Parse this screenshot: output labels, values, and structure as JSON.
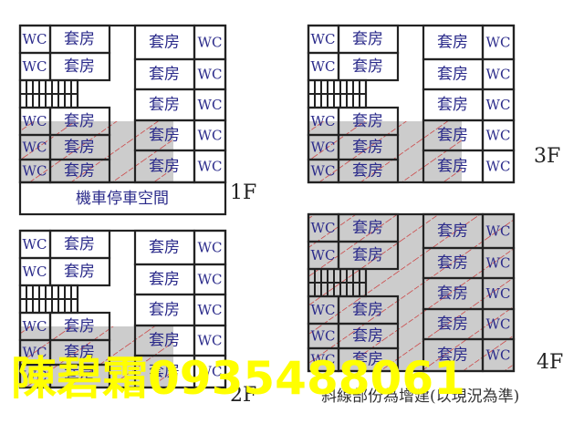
{
  "floors": [
    {
      "name": "1F",
      "left_rows": [
        [
          "WC",
          "套房"
        ],
        [
          "WC",
          "套房"
        ],
        [
          "WC",
          "套房"
        ],
        [
          "WC",
          "套房"
        ],
        [
          "WC",
          "套房"
        ]
      ],
      "right_rows": [
        [
          "套房",
          "WC"
        ],
        [
          "套房",
          "WC"
        ],
        [
          "套房",
          "WC"
        ],
        [
          "套房",
          "WC"
        ],
        [
          "套房",
          "WC"
        ]
      ],
      "parking": "機車停車空間",
      "hatched": "lower"
    },
    {
      "name": "3F",
      "left_rows": [
        [
          "WC",
          "套房"
        ],
        [
          "WC",
          "套房"
        ],
        [
          "WC",
          "套房"
        ],
        [
          "WC",
          "套房"
        ],
        [
          "WC",
          "套房"
        ]
      ],
      "right_rows": [
        [
          "套房",
          "WC"
        ],
        [
          "套房",
          "WC"
        ],
        [
          "套房",
          "WC"
        ],
        [
          "套房",
          "WC"
        ],
        [
          "套房",
          "WC"
        ]
      ],
      "hatched": "lower"
    },
    {
      "name": "2F",
      "left_rows": [
        [
          "WC",
          "套房"
        ],
        [
          "WC",
          "套房"
        ],
        [
          "WC",
          "套房"
        ],
        [
          "WC",
          "套房"
        ],
        [
          "WC",
          "套房"
        ]
      ],
      "right_rows": [
        [
          "套房",
          "WC"
        ],
        [
          "套房",
          "WC"
        ],
        [
          "套房",
          "WC"
        ],
        [
          "套房",
          "WC"
        ],
        [
          "套房",
          "WC"
        ]
      ],
      "hatched": "bottom"
    },
    {
      "name": "4F",
      "left_rows": [
        [
          "WC",
          "套房"
        ],
        [
          "WC",
          "套房"
        ],
        [
          "WC",
          "套房"
        ],
        [
          "WC",
          "套房"
        ],
        [
          "WC",
          "套房"
        ]
      ],
      "right_rows": [
        [
          "套房",
          "WC"
        ],
        [
          "套房",
          "WC"
        ],
        [
          "套房",
          "WC"
        ],
        [
          "套房",
          "WC"
        ],
        [
          "套房",
          "WC"
        ]
      ],
      "hatched": "all"
    }
  ],
  "caption": "斜線部份為增建(以現況為準)",
  "watermark": "陳碧霜0935488061",
  "colors": {
    "wall": "#222222",
    "hatch_fill": "#cccccc",
    "hatch_line": "#cc2222",
    "label": "#2a2a8a",
    "watermark": "#ffff00"
  }
}
